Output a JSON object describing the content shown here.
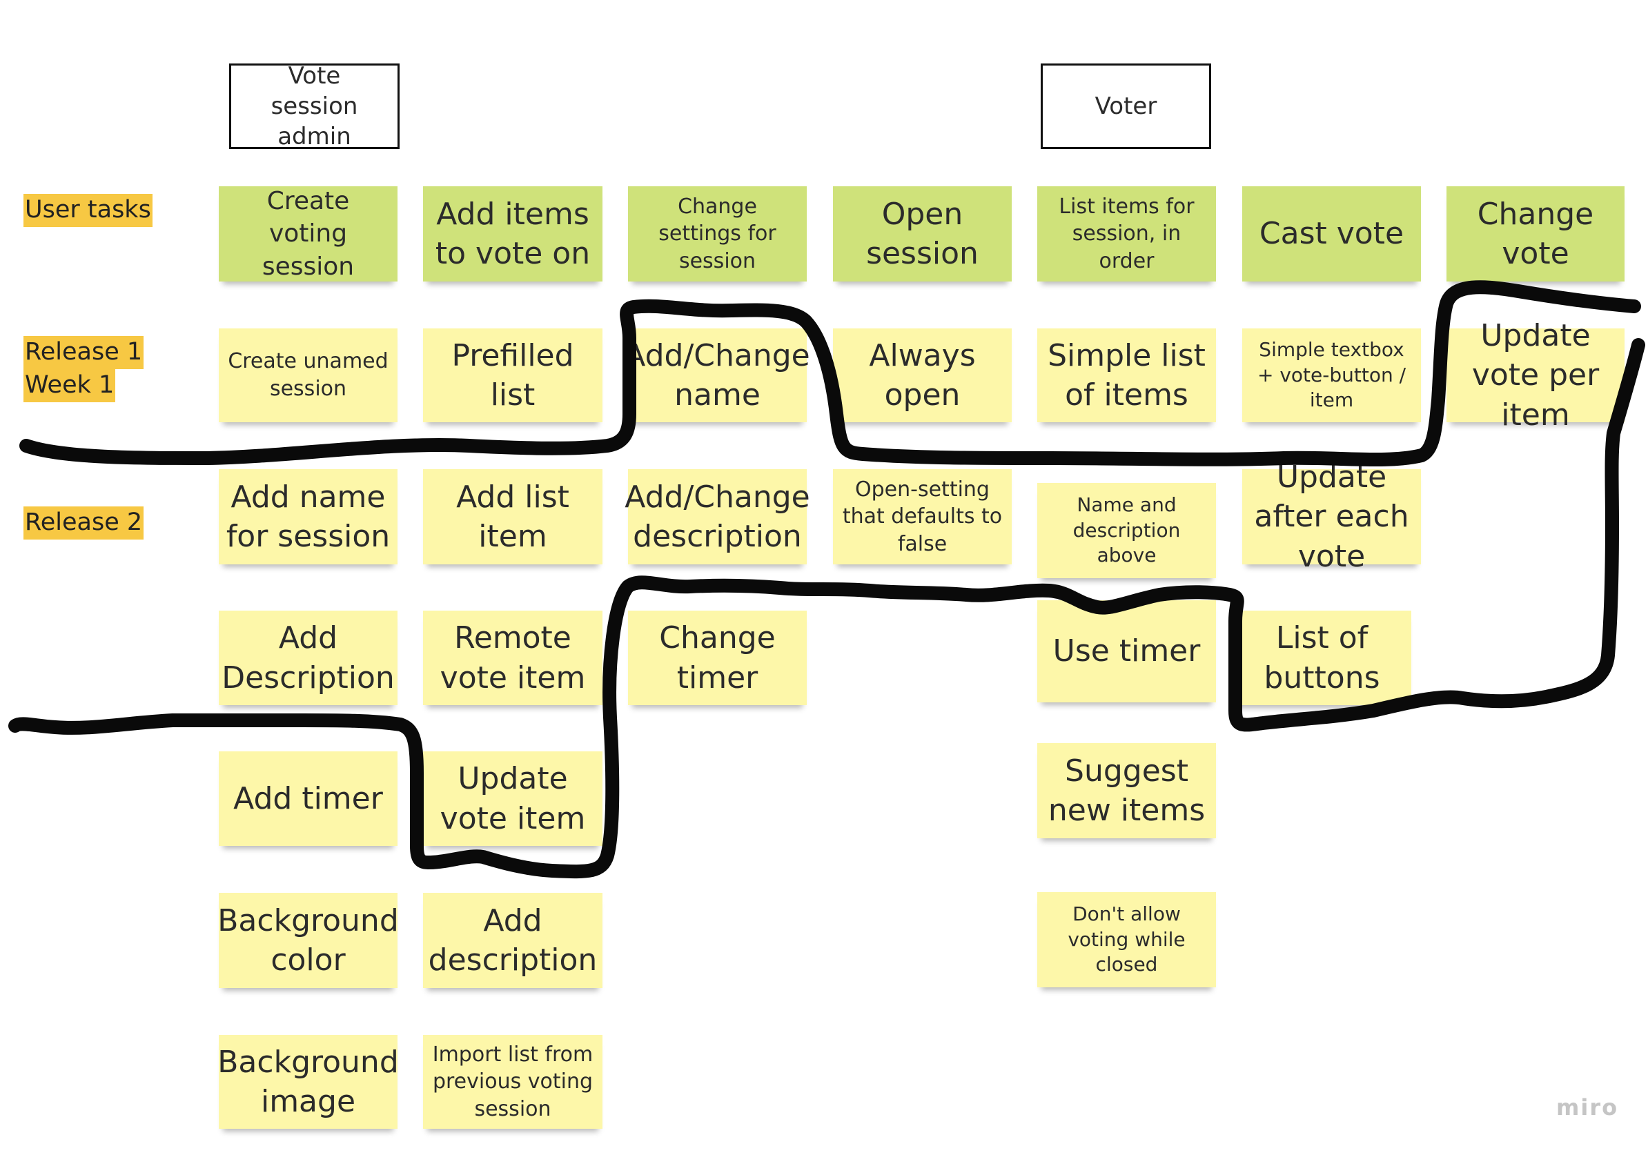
{
  "actors": {
    "admin": "Vote session admin",
    "voter": "Voter"
  },
  "lanes": {
    "user_tasks": "User tasks",
    "release1_line1": "Release 1",
    "release1_line2": "Week 1",
    "release2": "Release 2"
  },
  "user_tasks": [
    "Create voting session",
    "Add items to vote on",
    "Change settings for session",
    "Open session",
    "List items for session, in  order",
    "Cast vote",
    "Change vote"
  ],
  "columns": {
    "create_session": [
      "Create unamed session",
      "Add name for session",
      "Add Description",
      "Add timer",
      "Background color",
      "Background image"
    ],
    "add_items": [
      "Prefilled list",
      "Add list item",
      "Remote vote item",
      "Update vote item",
      "Add description",
      "Import list from previous voting session"
    ],
    "change_settings": [
      "Add/Change name",
      "Add/Change description",
      "Change timer"
    ],
    "open_session": [
      "Always open",
      "Open-setting that defaults to false"
    ],
    "list_items": [
      "Simple list of items",
      "Name and description above",
      "Use timer",
      "Suggest new items",
      "Don't allow voting while closed"
    ],
    "cast_vote": [
      "Simple textbox + vote-button / item",
      "Update after each vote",
      "List of buttons"
    ],
    "change_vote": [
      "Update vote per item"
    ]
  },
  "colors": {
    "task_note": "#cfe27a",
    "story_note": "#fdf7a9",
    "lane_label": "#f7c843",
    "marker": "#0a0a0a"
  },
  "watermark": "miro"
}
